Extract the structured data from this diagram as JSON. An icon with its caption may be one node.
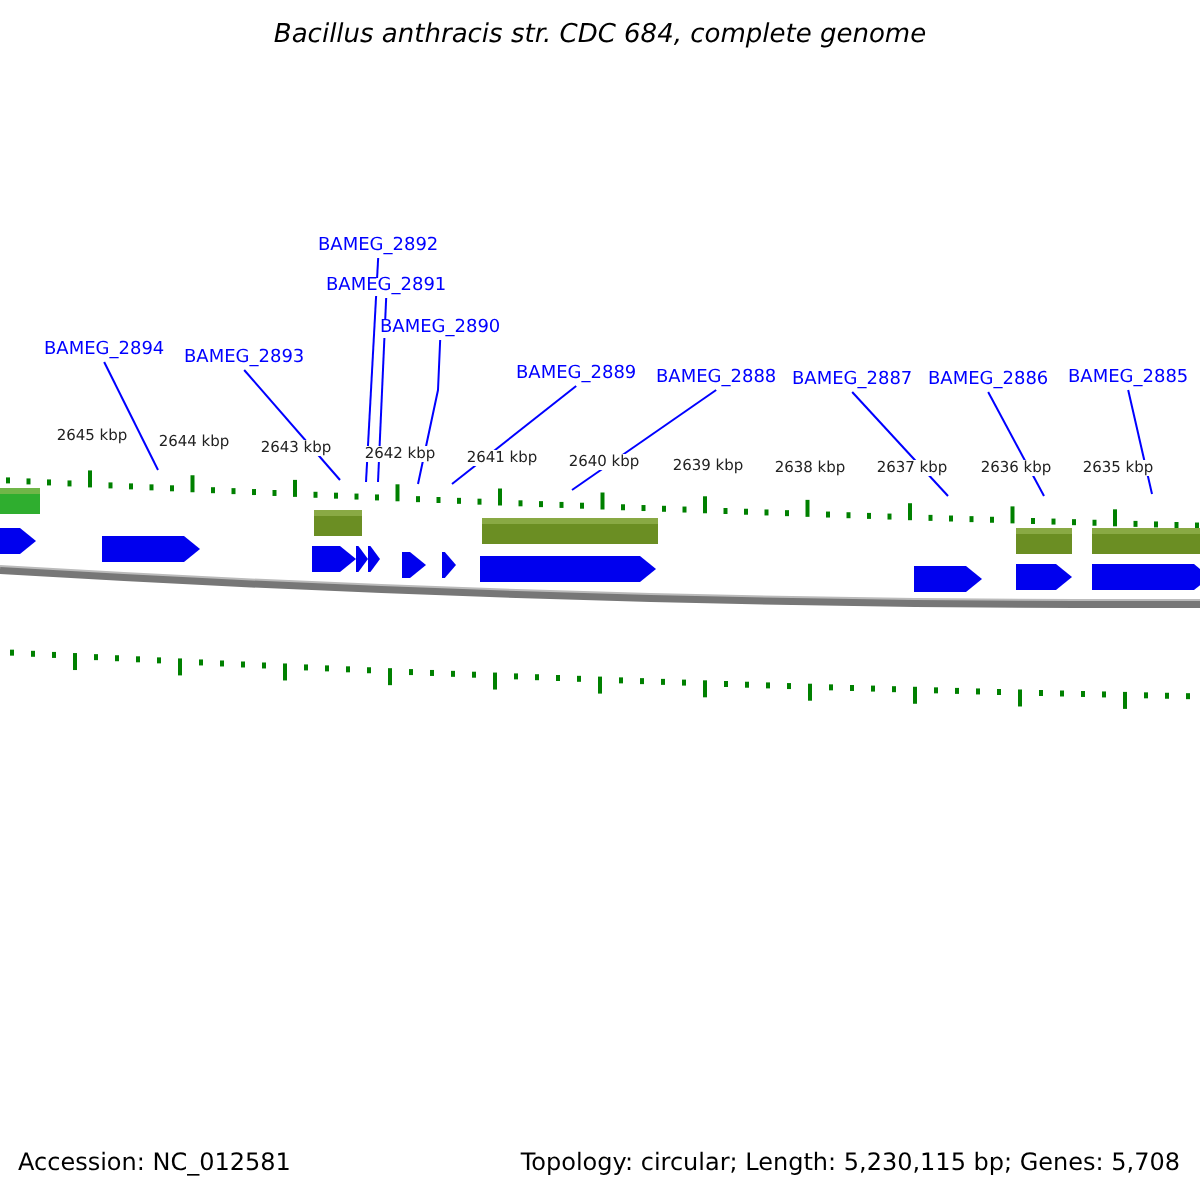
{
  "diagram": {
    "title": "Bacillus anthracis str. CDC 684, complete genome",
    "nodes": [
      {
        "text": [
          "BAMEG_2894"
        ]
      },
      {
        "text": [
          "BAMEG_2893"
        ]
      },
      {
        "text": [
          "BAMEG_2892"
        ]
      },
      {
        "text": [
          "BAMEG_2891"
        ]
      },
      {
        "text": [
          "BAMEG_2890"
        ]
      },
      {
        "text": [
          "BAMEG_2889"
        ]
      },
      {
        "text": [
          "BAMEG_2888"
        ]
      },
      {
        "text": [
          "BAMEG_2887"
        ]
      },
      {
        "text": [
          "BAMEG_2886"
        ]
      },
      {
        "text": [
          "BAMEG_2885"
        ]
      }
    ],
    "edges": [
      {
        "from": 0,
        "to": null,
        "arrow": "none"
      },
      {
        "from": 1,
        "to": null,
        "arrow": "none"
      },
      {
        "from": 2,
        "to": null,
        "arrow": "none"
      },
      {
        "from": 3,
        "to": null,
        "arrow": "none"
      },
      {
        "from": 4,
        "to": null,
        "arrow": "none"
      },
      {
        "from": 5,
        "to": null,
        "arrow": "none"
      },
      {
        "from": 6,
        "to": null,
        "arrow": "none"
      },
      {
        "from": 7,
        "to": null,
        "arrow": "none"
      },
      {
        "from": 8,
        "to": null,
        "arrow": "none"
      },
      {
        "from": 9,
        "to": null,
        "arrow": "none"
      }
    ],
    "labels": [
      "2645 kbp",
      "2644 kbp",
      "2643 kbp",
      "2642 kbp",
      "2641 kbp",
      "2640 kbp",
      "2639 kbp",
      "2638 kbp",
      "2637 kbp",
      "2636 kbp",
      "2635 kbp",
      "Accession: NC_012581",
      "Topology: circular; Length: 5,230,115 bp; Genes: 5,708"
    ]
  }
}
